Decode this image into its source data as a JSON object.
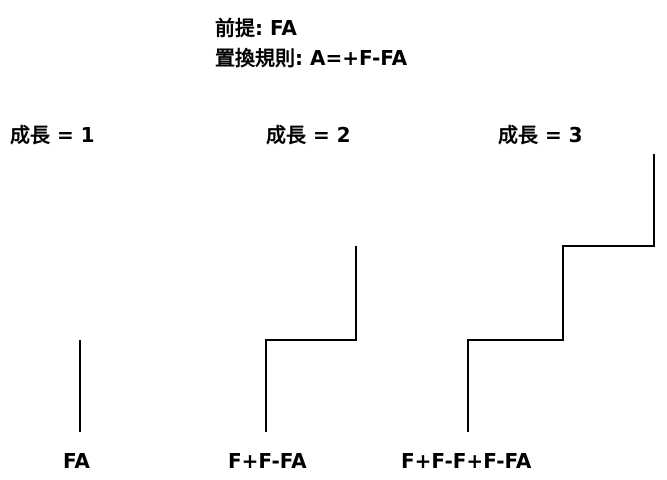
{
  "header": {
    "premise": "前提: FA",
    "rule": "置換規則: A=+F-FA"
  },
  "stages": [
    {
      "label": "成長 = 1",
      "string": "FA"
    },
    {
      "label": "成長 = 2",
      "string": "F+F-FA"
    },
    {
      "label": "成長 = 3",
      "string": "F+F-F+F-FA"
    }
  ],
  "colors": {
    "stroke": "#000000",
    "background": "#ffffff"
  }
}
